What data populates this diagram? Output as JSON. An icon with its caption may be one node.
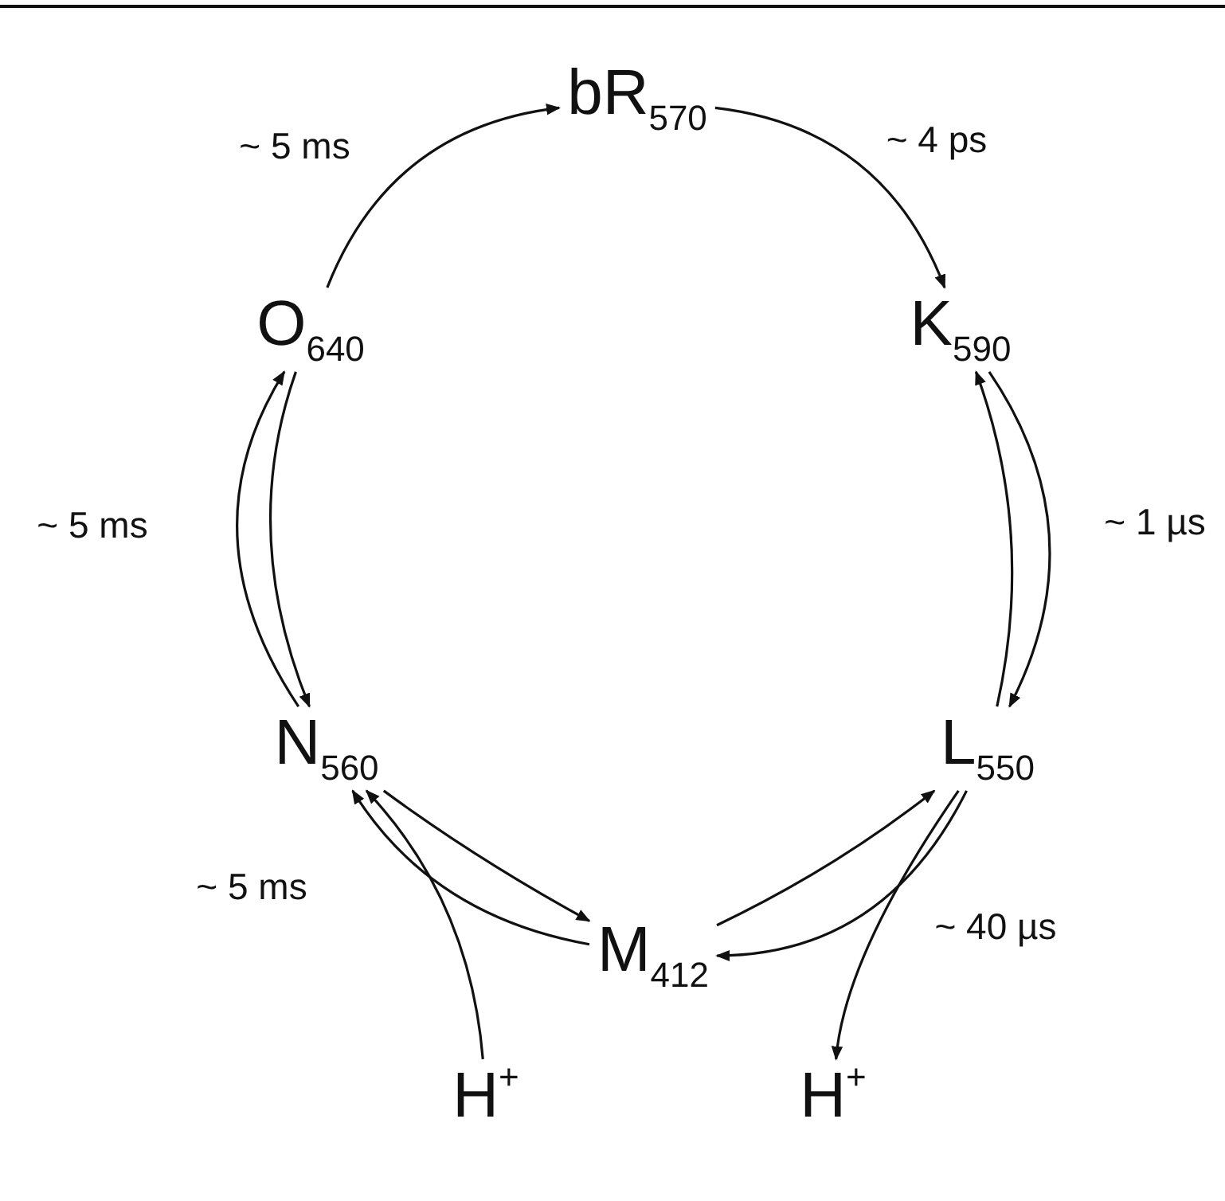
{
  "diagram": {
    "nodes": [
      {
        "text": [
          "bR$_{570}$"
        ]
      },
      {
        "text": [
          "K$_{590}$"
        ]
      },
      {
        "text": [
          "L$_{550}$"
        ]
      },
      {
        "text": [
          "M$_{412}$"
        ]
      },
      {
        "text": [
          "N$_{560}$"
        ]
      },
      {
        "text": [
          "O$_{640}$"
        ]
      },
      {
        "text": [
          "H$^{+}$"
        ]
      },
      {
        "text": [
          "H$^{+}$"
        ]
      }
    ],
    "edges": [
      {
        "from": 0,
        "to": 1,
        "arrow": "to",
        "label": "~ 4 ps"
      },
      {
        "from": 1,
        "to": 2,
        "arrow": "to",
        "label": "~ 1 µs"
      },
      {
        "from": 2,
        "to": 1,
        "arrow": "to"
      },
      {
        "from": 2,
        "to": 3,
        "arrow": "to",
        "label": "~ 40 µs"
      },
      {
        "from": 3,
        "to": 2,
        "arrow": "to"
      },
      {
        "from": 3,
        "to": 4,
        "arrow": "to",
        "label": "~ 5 ms"
      },
      {
        "from": 4,
        "to": 3,
        "arrow": "to"
      },
      {
        "from": 4,
        "to": 5,
        "arrow": "to",
        "label": "~ 5 ms"
      },
      {
        "from": 5,
        "to": 4,
        "arrow": "to"
      },
      {
        "from": 5,
        "to": 0,
        "arrow": "to",
        "label": "~ 5 ms"
      },
      {
        "from": 6,
        "to": 4,
        "arrow": "to"
      },
      {
        "from": 2,
        "to": 7,
        "arrow": "to"
      }
    ]
  }
}
